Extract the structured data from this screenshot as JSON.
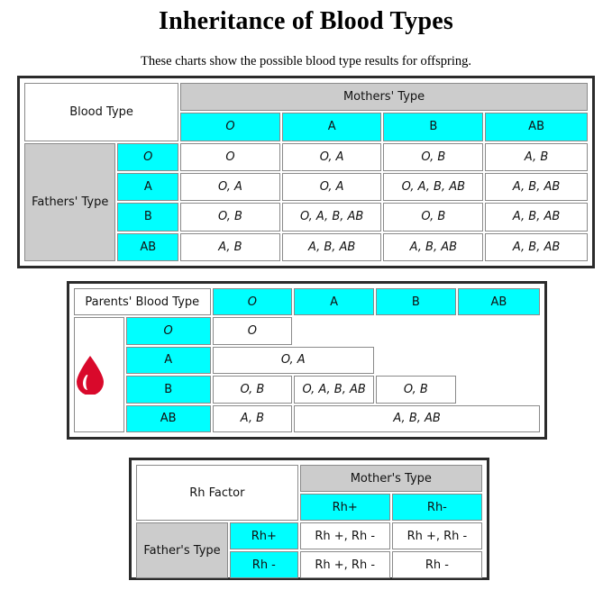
{
  "page": {
    "title": "Inheritance of Blood Types",
    "subtitle": "These charts show the possible blood type results for offspring."
  },
  "colors": {
    "highlight_cyan": "#00FFFF",
    "header_gray": "#CCCCCC",
    "border_dark": "#2B2B2B",
    "cell_border": "#8A8A8A",
    "blood_red": "#D9092B",
    "text": "#111111"
  },
  "chart_data": [
    {
      "id": "blood-type-chart",
      "type": "table",
      "title": "Blood Type",
      "corner_label": "Blood Type",
      "column_group_label": "Mothers' Type",
      "row_group_label": "Fathers' Type",
      "columns": [
        "O",
        "A",
        "B",
        "AB"
      ],
      "rows": [
        "O",
        "A",
        "B",
        "AB"
      ],
      "cells": [
        [
          "O",
          "O, A",
          "O, B",
          "A, B"
        ],
        [
          "O, A",
          "O, A",
          "O, A, B, AB",
          "A, B, AB"
        ],
        [
          "O, B",
          "O, A, B, AB",
          "O, B",
          "A, B, AB"
        ],
        [
          "A, B",
          "A, B, AB",
          "A, B, AB",
          "A, B, AB"
        ]
      ]
    },
    {
      "id": "parents-blood-type-chart",
      "type": "table",
      "title": "Parents' Blood Type",
      "corner_label": "Parents' Blood Type",
      "row_icon": "blood-drop-icon",
      "columns": [
        "O",
        "A",
        "B",
        "AB"
      ],
      "rows": [
        "O",
        "A",
        "B",
        "AB"
      ],
      "merged_rows": [
        {
          "row": "O",
          "entries": [
            {
              "text": "O",
              "span": 1
            }
          ]
        },
        {
          "row": "A",
          "entries": [
            {
              "text": "O, A",
              "span": 2
            }
          ]
        },
        {
          "row": "B",
          "entries": [
            {
              "text": "O, B",
              "span": 1
            },
            {
              "text": "O, A, B, AB",
              "span": 1
            },
            {
              "text": "O, B",
              "span": 1
            }
          ]
        },
        {
          "row": "AB",
          "entries": [
            {
              "text": "A, B",
              "span": 1
            },
            {
              "text": "A, B, AB",
              "span": 3
            }
          ]
        }
      ]
    },
    {
      "id": "rh-factor-chart",
      "type": "table",
      "title": "Rh Factor",
      "corner_label": "Rh Factor",
      "column_group_label": "Mother's Type",
      "row_group_label": "Father's Type",
      "columns": [
        "Rh+",
        "Rh-"
      ],
      "rows": [
        "Rh+",
        "Rh -"
      ],
      "cells": [
        [
          "Rh +, Rh -",
          "Rh +, Rh -"
        ],
        [
          "Rh +, Rh -",
          "Rh -"
        ]
      ]
    }
  ]
}
